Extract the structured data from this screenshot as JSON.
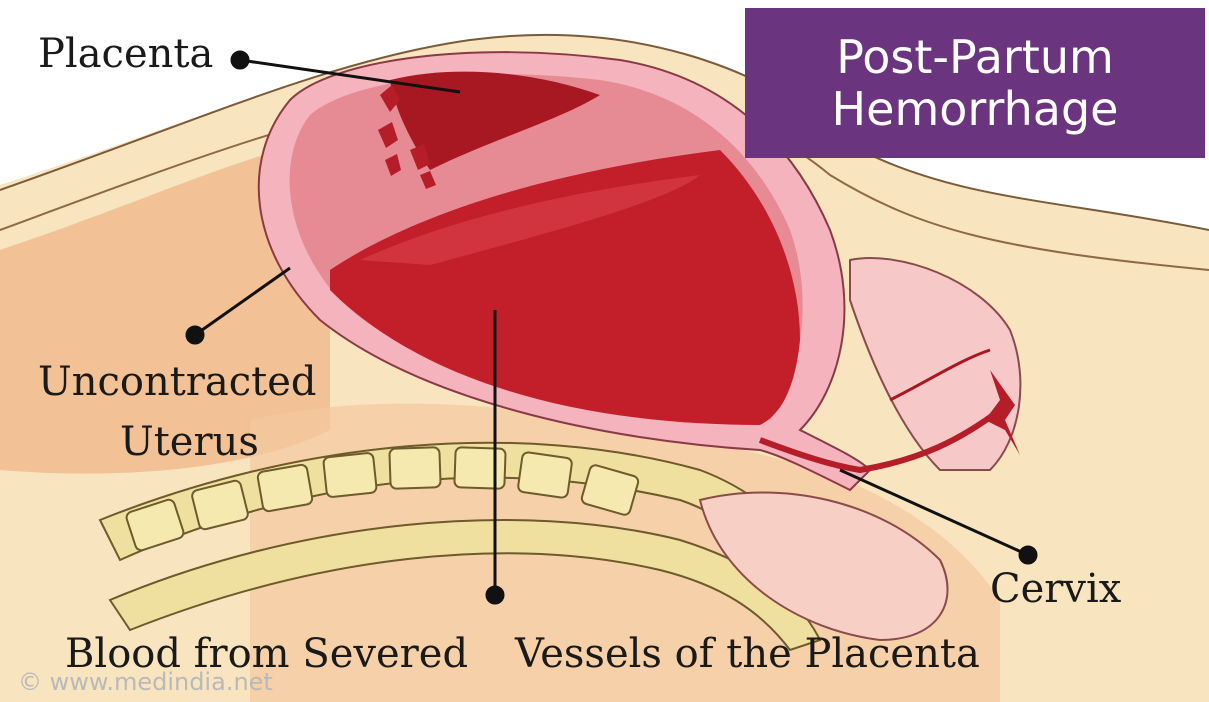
{
  "title": {
    "line1": "Post-Partum",
    "line2": "Hemorrhage",
    "background": "#6a357e"
  },
  "labels": {
    "placenta": "Placenta",
    "uncontracted_line1": "Uncontracted",
    "uncontracted_line2": "Uterus",
    "blood_from_severed": "Blood from Severed",
    "vessels_of_placenta": "Vessels of the Placenta",
    "cervix": "Cervix"
  },
  "watermark": "© www.medindia.net",
  "colors": {
    "skin": "#f6deb3",
    "uterus_wall": "#f4b3bd",
    "blood": "#c21f2b",
    "placenta": "#a81822",
    "bone": "#efe0a0",
    "leader": "#111111"
  }
}
